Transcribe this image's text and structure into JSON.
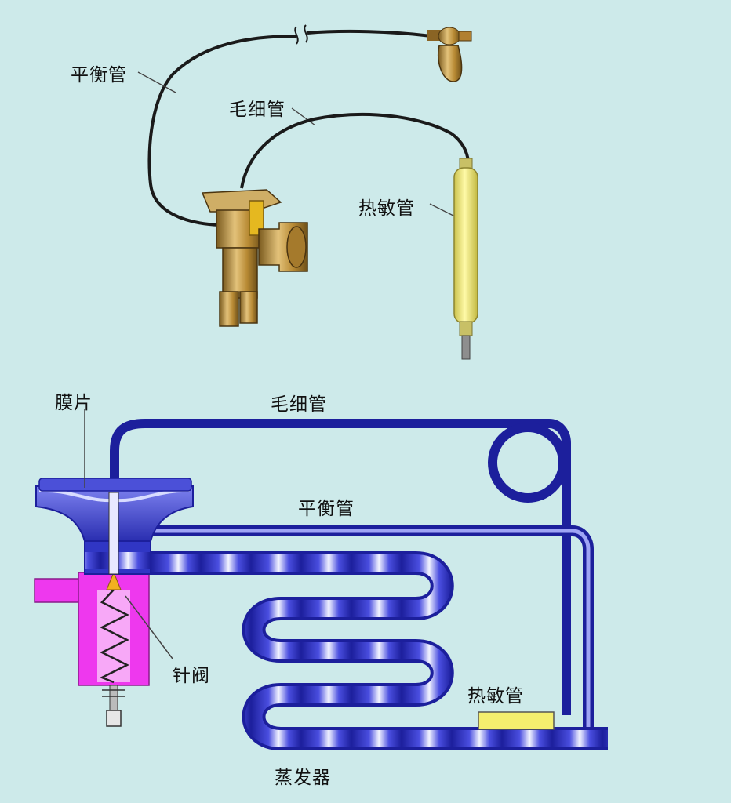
{
  "top_figure": {
    "balance_tube_label": "平衡管",
    "capillary_label": "毛细管",
    "sensing_bulb_label": "热敏管"
  },
  "bottom_figure": {
    "diaphragm_label": "膜片",
    "capillary_label": "毛细管",
    "balance_tube_label": "平衡管",
    "needle_valve_label": "针阀",
    "sensing_bulb_label": "热敏管",
    "evaporator_label": "蒸发器"
  },
  "colors": {
    "background": "#cdeaea",
    "tube_blue": "#1c1f9c",
    "brass": "#c49a3e",
    "bulb_yellow": "#f4ee6e",
    "valve_magenta": "#ee38ee"
  }
}
